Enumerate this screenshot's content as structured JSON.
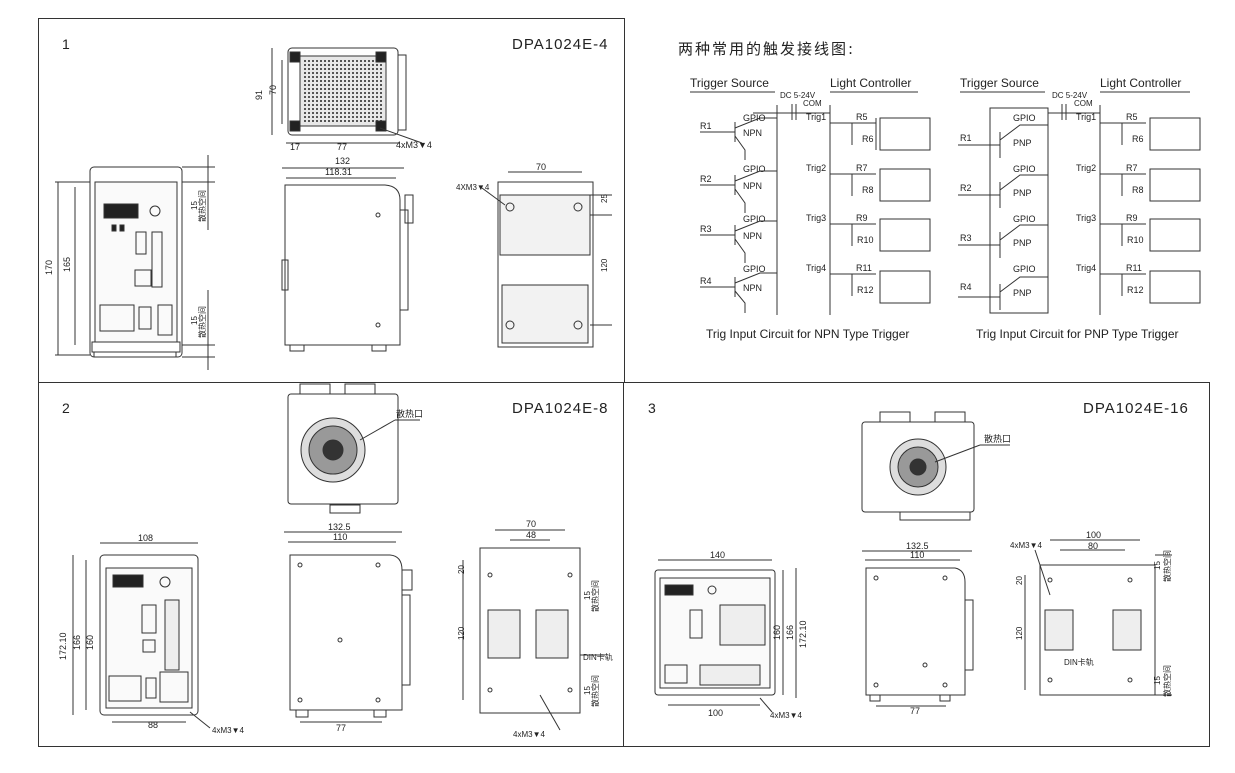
{
  "panels": [
    {
      "number": "1",
      "model": "DPA1024E-4"
    },
    {
      "number": "2",
      "model": "DPA1024E-8"
    },
    {
      "number": "3",
      "model": "DPA1024E-16"
    }
  ],
  "dims1": {
    "top_h": "91",
    "top_h2": "70",
    "top_w1": "17",
    "top_w2": "77",
    "screw": "4xM3▼4",
    "side_w": "132",
    "side_w2": "118.31",
    "front_h": "170",
    "front_h2": "165",
    "gap": "15",
    "gap_label": "散热空间",
    "back_w": "70",
    "back_screw": "4XM3▼4",
    "back_h1": "25",
    "back_h2": "120"
  },
  "dims2": {
    "fan": "散热口",
    "front_w": "108",
    "front_w2": "88",
    "front_h": "172.10",
    "front_h2": "166",
    "front_h3": "160",
    "screw": "4xM3▼4",
    "side_w": "132.5",
    "side_w2": "110",
    "side_b": "77",
    "back_w": "70",
    "back_w2": "48",
    "back_h1": "20",
    "back_h2": "120",
    "gap": "15",
    "gap_label": "散热空间",
    "din": "DIN卡轨",
    "back_screw": "4xM3▼4"
  },
  "dims3": {
    "fan": "散热口",
    "front_w": "140",
    "front_b": "100",
    "front_h": "172.10",
    "front_h2": "166",
    "front_h3": "160",
    "screw": "4xM3▼4",
    "side_w": "132.5",
    "side_w2": "110",
    "side_b": "77",
    "back_screw": "4xM3▼4",
    "back_w": "100",
    "back_w2": "80",
    "back_h1": "20",
    "back_h2": "120",
    "gap": "15",
    "gap_label": "散热空间",
    "din": "DIN卡轨"
  },
  "wiring": {
    "title": "两种常用的触发接线图:",
    "src": "Trigger Source",
    "ctrl": "Light Controller",
    "power": "DC 5-24V",
    "com": "COM",
    "gpio": "GPIO",
    "npn": "NPN",
    "pnp": "PNP",
    "trigs": [
      "Trig1",
      "Trig2",
      "Trig3",
      "Trig4"
    ],
    "src_r": [
      "R1",
      "R2",
      "R3",
      "R4"
    ],
    "ctrl_r": [
      [
        "R5",
        "R6"
      ],
      [
        "R7",
        "R8"
      ],
      [
        "R9",
        "R10"
      ],
      [
        "R11",
        "R12"
      ]
    ],
    "cap_npn": "Trig Input Circuit for NPN  Type Trigger",
    "cap_pnp": "Trig Input Circuit for PNP Type Trigger"
  }
}
